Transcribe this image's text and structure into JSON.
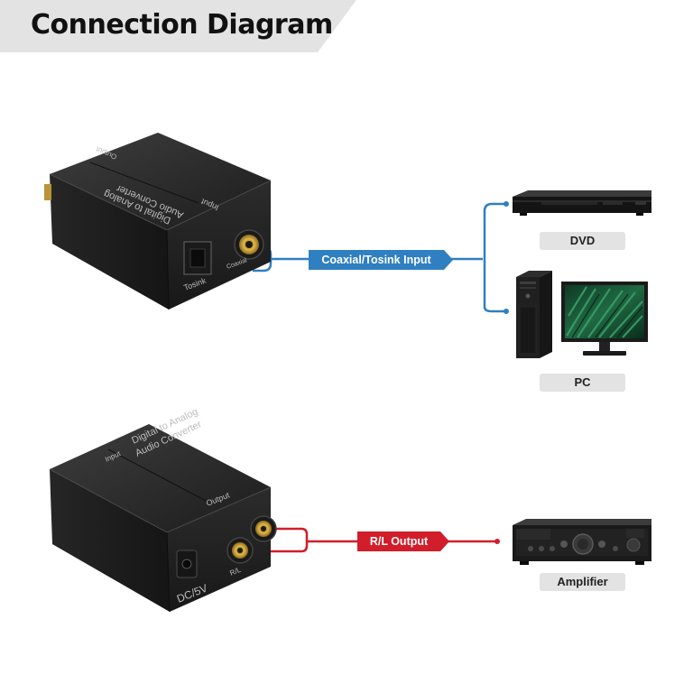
{
  "header": {
    "title": "Connection Diagram"
  },
  "input": {
    "line_label": "Coaxial/Tosink Input",
    "line_color": "#2f7fc1",
    "devices": [
      {
        "label": "DVD"
      },
      {
        "label": "PC"
      }
    ]
  },
  "output": {
    "line_label": "R/L Output",
    "line_color": "#d21d2a",
    "devices": [
      {
        "label": "Amplifier"
      }
    ]
  },
  "converter_top": {
    "lid_text_1": "Digital to Analog",
    "lid_text_2": "Audio Converter",
    "input_text": "Input",
    "output_text": "Output",
    "tosink_text": "Tosink",
    "coaxial_text": "Coaxial"
  },
  "converter_bottom": {
    "lid_text_1": "Digital to Analog",
    "lid_text_2": "Audio Converter",
    "input_text": "Input",
    "output_text": "Output",
    "dc_text": "DC/5V",
    "rl_text": "R/L"
  }
}
